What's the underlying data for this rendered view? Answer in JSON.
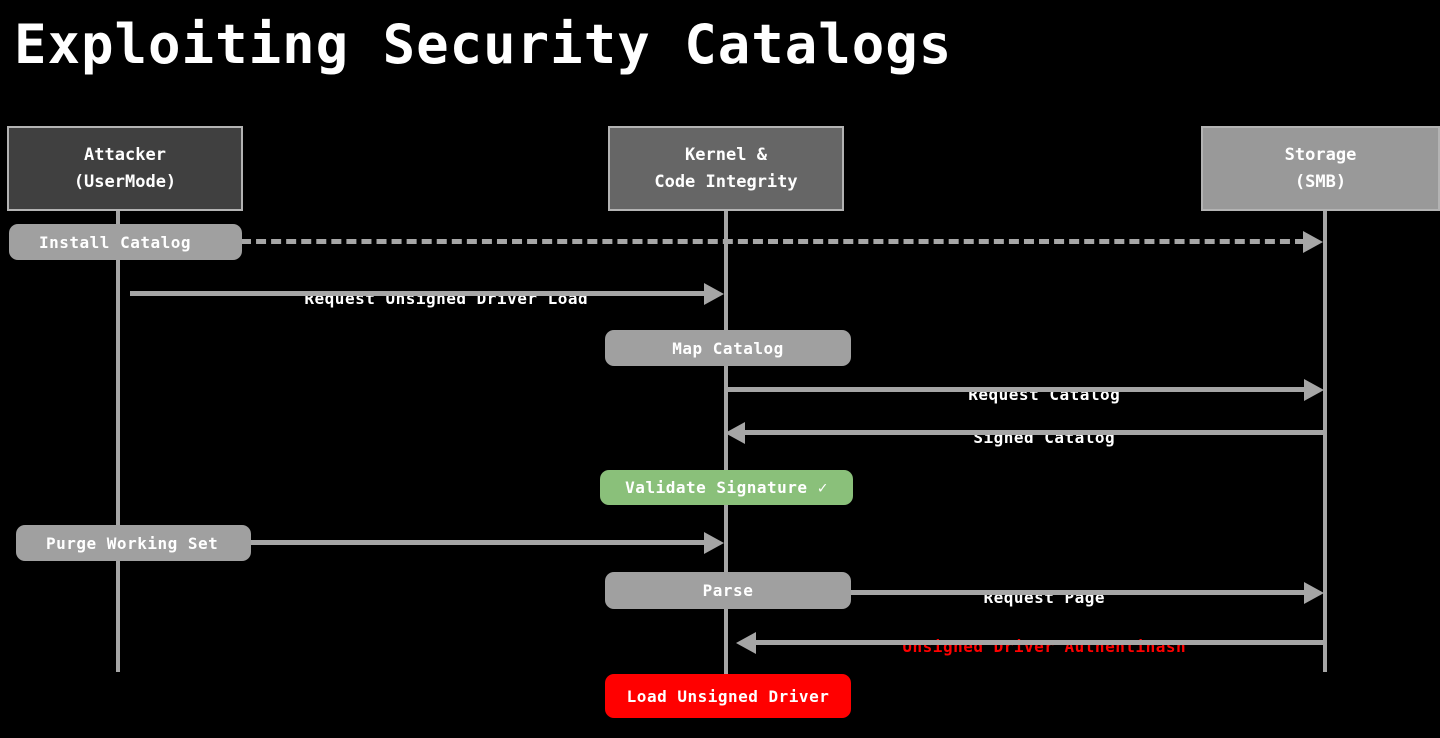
{
  "title": "Exploiting Security Catalogs",
  "colors": {
    "background": "#000000",
    "lifeline": "#a6a6a6",
    "note_gray": "#a0a0a0",
    "note_green": "#8ac07a",
    "note_red": "#ff0000",
    "danger_text": "#ff0000",
    "text": "#ffffff"
  },
  "participants": [
    {
      "id": "attacker",
      "line1": "Attacker",
      "line2": "(UserMode)",
      "fill": "#404040"
    },
    {
      "id": "kernel",
      "line1": "Kernel &",
      "line2": "Code Integrity",
      "fill": "#666666"
    },
    {
      "id": "storage",
      "line1": "Storage",
      "line2": "(SMB)",
      "fill": "#999999"
    }
  ],
  "notes": [
    {
      "id": "install-catalog",
      "label": "Install Catalog",
      "style": "gray"
    },
    {
      "id": "map-catalog",
      "label": "Map Catalog",
      "style": "gray"
    },
    {
      "id": "validate-signature",
      "label": "Validate Signature ✓",
      "style": "green"
    },
    {
      "id": "purge-working-set",
      "label": "Purge Working Set",
      "style": "gray"
    },
    {
      "id": "parse",
      "label": "Parse",
      "style": "gray"
    },
    {
      "id": "load-unsigned",
      "label": "Load Unsigned Driver",
      "style": "red"
    }
  ],
  "messages": [
    {
      "id": "install-catalog-msg",
      "label": "",
      "from": "attacker",
      "to": "storage",
      "direction": "right",
      "line": "dashed",
      "danger": false
    },
    {
      "id": "request-unsigned-load",
      "label": "Request Unsigned Driver Load",
      "from": "attacker",
      "to": "kernel",
      "direction": "right",
      "line": "solid",
      "danger": false
    },
    {
      "id": "request-catalog",
      "label": "Request Catalog",
      "from": "kernel",
      "to": "storage",
      "direction": "right",
      "line": "solid",
      "danger": false
    },
    {
      "id": "signed-catalog",
      "label": "Signed Catalog",
      "from": "storage",
      "to": "kernel",
      "direction": "left",
      "line": "solid",
      "danger": false
    },
    {
      "id": "purge-working-set-msg",
      "label": "",
      "from": "attacker",
      "to": "kernel",
      "direction": "right",
      "line": "solid",
      "danger": false
    },
    {
      "id": "request-page",
      "label": "Request Page",
      "from": "kernel",
      "to": "storage",
      "direction": "right",
      "line": "solid",
      "danger": false
    },
    {
      "id": "unsigned-authentihash",
      "label": "Unsigned Driver Authentihash",
      "from": "storage",
      "to": "kernel",
      "direction": "left",
      "line": "solid",
      "danger": true
    }
  ]
}
